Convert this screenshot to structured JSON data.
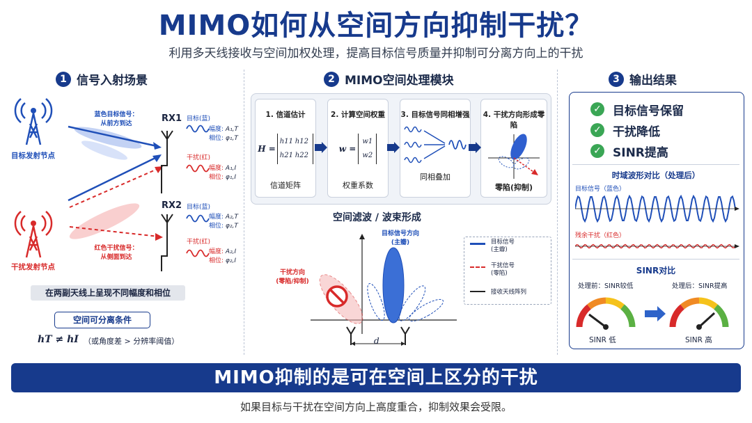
{
  "title": "MIMO如何从空间方向抑制干扰？",
  "subtitle": "利用多天线接收与空间加权处理，提高目标信号质量并抑制可分离方向上的干扰",
  "sections": {
    "s1": {
      "num": "1",
      "title": "信号入射场景"
    },
    "s2": {
      "num": "2",
      "title": "MIMO空间处理模块"
    },
    "s3": {
      "num": "3",
      "title": "输出结果"
    }
  },
  "scene": {
    "target_node": "目标发射节点",
    "interf_node": "干扰发射节点",
    "target_signal_l1": "蓝色目标信号：",
    "target_signal_l2": "从前方到达",
    "interf_signal_l1": "红色干扰信号：",
    "interf_signal_l2": "从侧面到达",
    "rx1": "RX1",
    "rx2": "RX2",
    "tgt_blue": "目标(蓝)",
    "intf_red": "干扰(红)",
    "amp": "幅度:",
    "phase": "相位:",
    "rx1_t_amp": "A₁,T",
    "rx1_t_phase": "φ₁,T",
    "rx1_i_amp": "A₁,I",
    "rx1_i_phase": "φ₁,I",
    "rx2_t_amp": "A₂,T",
    "rx2_t_phase": "φ₂,T",
    "rx2_i_amp": "A₂,I",
    "rx2_i_phase": "φ₂,I",
    "diff_note": "在两副天线上呈现不同幅度和相位",
    "cond_title": "空间可分离条件",
    "cond_formula": "hT ≠ hI",
    "cond_note": "（或角度差 > 分辨率阈值）"
  },
  "steps": [
    {
      "title": "1. 信道估计",
      "formula": "H =",
      "foot": "信道矩阵",
      "m11": "h11",
      "m12": "h12",
      "m21": "h21",
      "m22": "h22"
    },
    {
      "title": "2. 计算空间权重",
      "formula": "w =",
      "foot": "权重系数",
      "v1": "w1",
      "v2": "w2"
    },
    {
      "title": "3. 目标信号同相增强",
      "foot": "同相叠加"
    },
    {
      "title": "4. 干扰方向形成零陷",
      "foot": "零陷(抑制)"
    }
  ],
  "beam": {
    "title": "空间滤波 / 波束形成",
    "main_l1": "目标信号方向",
    "main_l2": "(主瓣)",
    "null_l1": "干扰方向",
    "null_l2": "(零陷/抑制)",
    "spacing": "d",
    "legend_target": "目标信号",
    "legend_target_sub": "(主瓣)",
    "legend_interf": "干扰信号",
    "legend_interf_sub": "(零陷)",
    "legend_array": "接收天线阵列"
  },
  "results": {
    "checks": [
      "目标信号保留",
      "干扰降低",
      "SINR提高"
    ],
    "wave_title": "时域波形对比（处理后）",
    "wave_target": "目标信号（蓝色）",
    "wave_residual": "残余干扰（红色）",
    "sinr_title": "SINR对比",
    "before": "处理前：SINR较低",
    "after": "处理后：SINR提高",
    "low": "SINR 低",
    "high": "SINR 高"
  },
  "banner": "MIMO抑制的是可在空间上区分的干扰",
  "footnote": "如果目标与干扰在空间方向上高度重合，抑制效果会受限。",
  "colors": {
    "navy": "#173a8c",
    "blue": "#1f4fb8",
    "red": "#d82a2a",
    "green": "#3aa655"
  }
}
